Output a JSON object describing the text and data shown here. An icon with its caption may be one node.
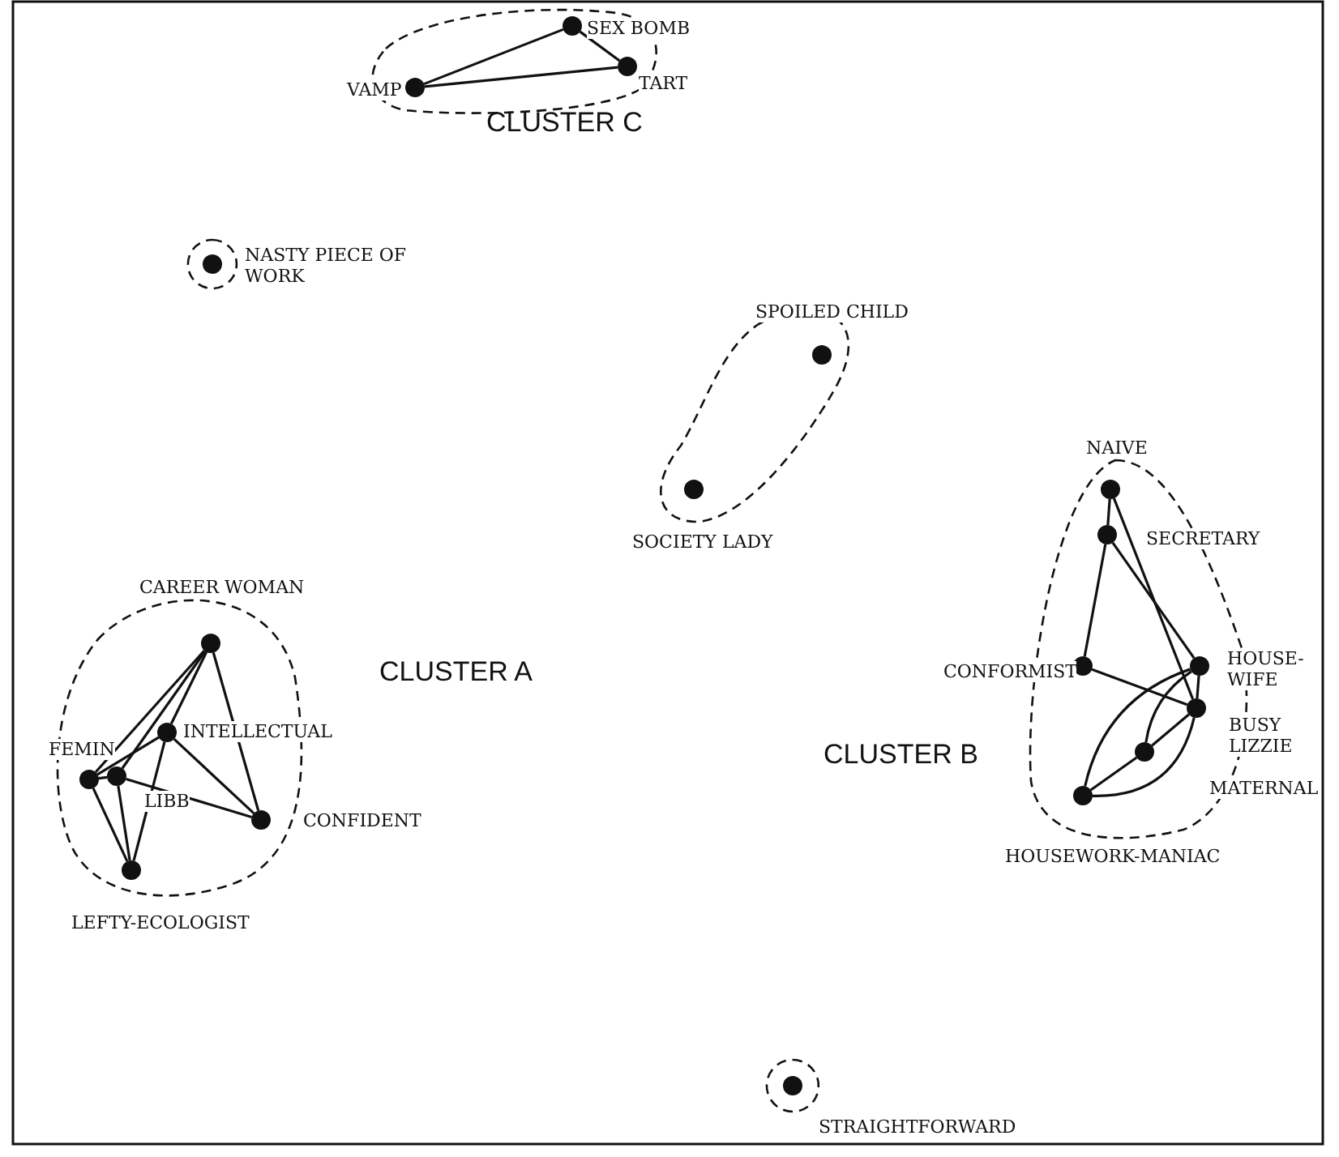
{
  "diagram": {
    "nodes": [
      {
        "text": [
          "CLUSTER C"
        ]
      },
      {
        "text": [],
        "shape": "circle",
        "beside": [
          "SEX BOMB"
        ],
        "in": 0
      },
      {
        "text": [],
        "shape": "circle",
        "beside": [
          "VAMP"
        ],
        "in": 0
      },
      {
        "text": [],
        "shape": "circle",
        "beside": [
          "TART"
        ],
        "in": 0
      },
      {
        "text": [],
        "shape": "circle",
        "beside": [
          "NASTY PIECE OF WORK"
        ]
      },
      {
        "text": [],
        "shape": "circle",
        "beside": [
          "SPOILED CHILD"
        ]
      },
      {
        "text": [],
        "shape": "circle",
        "beside": [
          "SOCIETY LADY"
        ]
      },
      {
        "text": [
          "CLUSTER A"
        ]
      },
      {
        "text": [],
        "shape": "circle",
        "beside": [
          "CAREER WOMAN"
        ],
        "in": 7
      },
      {
        "text": [],
        "shape": "circle",
        "beside": [
          "INTELLECTUAL"
        ],
        "in": 7
      },
      {
        "text": [],
        "shape": "circle",
        "beside": [
          "FEMIN"
        ],
        "in": 7
      },
      {
        "text": [],
        "shape": "circle",
        "beside": [
          "LIBB"
        ],
        "in": 7
      },
      {
        "text": [],
        "shape": "circle",
        "beside": [
          "CONFIDENT"
        ],
        "in": 7
      },
      {
        "text": [],
        "shape": "circle",
        "beside": [
          "LEFTY-ECOLOGIST"
        ],
        "in": 7
      },
      {
        "text": [
          "CLUSTER B"
        ]
      },
      {
        "text": [],
        "shape": "circle",
        "beside": [
          "NAIVE"
        ],
        "in": 14
      },
      {
        "text": [],
        "shape": "circle",
        "beside": [
          "SECRETARY"
        ],
        "in": 14
      },
      {
        "text": [],
        "shape": "circle",
        "beside": [
          "CONFORMIST"
        ],
        "in": 14
      },
      {
        "text": [],
        "shape": "circle",
        "beside": [
          "HOUSE-WIFE"
        ],
        "in": 14
      },
      {
        "text": [],
        "shape": "circle",
        "beside": [
          "BUSY LIZZIE"
        ],
        "in": 14
      },
      {
        "text": [],
        "shape": "circle",
        "beside": [
          "MATERNAL"
        ],
        "in": 14
      },
      {
        "text": [],
        "shape": "circle",
        "beside": [
          "HOUSEWORK-MANIAC"
        ],
        "in": 14
      },
      {
        "text": [],
        "shape": "circle",
        "beside": [
          "STRAIGHTFORWARD"
        ]
      }
    ],
    "edges": [
      {
        "from": 2,
        "to": 1,
        "arrow": "none"
      },
      {
        "from": 1,
        "to": 3,
        "arrow": "none"
      },
      {
        "from": 2,
        "to": 3,
        "arrow": "none"
      },
      {
        "from": 8,
        "to": 10,
        "arrow": "none"
      },
      {
        "from": 8,
        "to": 11,
        "arrow": "none"
      },
      {
        "from": 8,
        "to": 9,
        "arrow": "none"
      },
      {
        "from": 8,
        "to": 12,
        "arrow": "none"
      },
      {
        "from": 9,
        "to": 12,
        "arrow": "none"
      },
      {
        "from": 9,
        "to": 10,
        "arrow": "none"
      },
      {
        "from": 10,
        "to": 11,
        "arrow": "none"
      },
      {
        "from": 11,
        "to": 12,
        "arrow": "none"
      },
      {
        "from": 10,
        "to": 13,
        "arrow": "none"
      },
      {
        "from": 11,
        "to": 13,
        "arrow": "none"
      },
      {
        "from": 9,
        "to": 13,
        "arrow": "none"
      },
      {
        "from": 15,
        "to": 16,
        "arrow": "none"
      },
      {
        "from": 15,
        "to": 19,
        "arrow": "none"
      },
      {
        "from": 16,
        "to": 17,
        "arrow": "none"
      },
      {
        "from": 16,
        "to": 18,
        "arrow": "none"
      },
      {
        "from": 17,
        "to": 19,
        "arrow": "none"
      },
      {
        "from": 18,
        "to": 19,
        "arrow": "none"
      },
      {
        "from": 19,
        "to": 20,
        "arrow": "none"
      },
      {
        "from": 20,
        "to": 21,
        "arrow": "none"
      },
      {
        "from": 21,
        "to": 18,
        "arrow": "none"
      },
      {
        "from": 21,
        "to": 19,
        "arrow": "none"
      },
      {
        "from": 20,
        "to": 18,
        "arrow": "none"
      }
    ]
  }
}
